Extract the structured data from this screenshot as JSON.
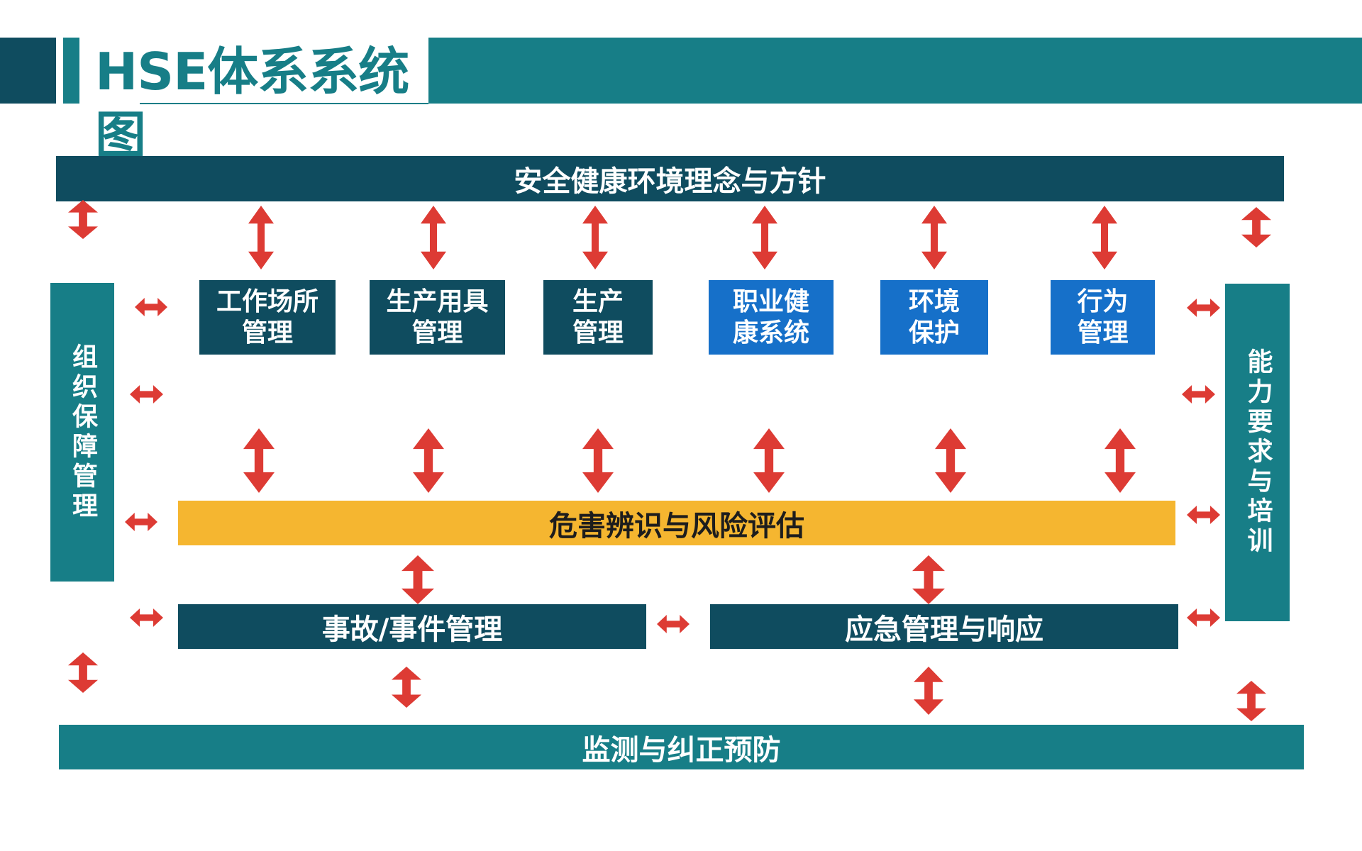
{
  "header": {
    "title": "HSE体系系统图"
  },
  "diagram": {
    "top_bar": "安全健康环境理念与方针",
    "left_bar": "组织保障管理",
    "right_bar": "能力要求与培训",
    "modules": [
      {
        "line1": "工作场所",
        "line2": "管理"
      },
      {
        "line1": "生产用具",
        "line2": "管理"
      },
      {
        "line1": "生产",
        "line2": "管理"
      },
      {
        "line1": "职业健",
        "line2": "康系统"
      },
      {
        "line1": "环境",
        "line2": "保护"
      },
      {
        "line1": "行为",
        "line2": "管理"
      }
    ],
    "hazard_bar": "危害辨识与风险评估",
    "incident_bar": "事故/事件管理",
    "emergency_bar": "应急管理与响应",
    "bottom_bar": "监测与纠正预防"
  },
  "colors": {
    "dark_navy": "#0f4c5f",
    "teal": "#177e87",
    "blue": "#1670c9",
    "yellow": "#f5b630",
    "arrow_red": "#dd3b34"
  }
}
